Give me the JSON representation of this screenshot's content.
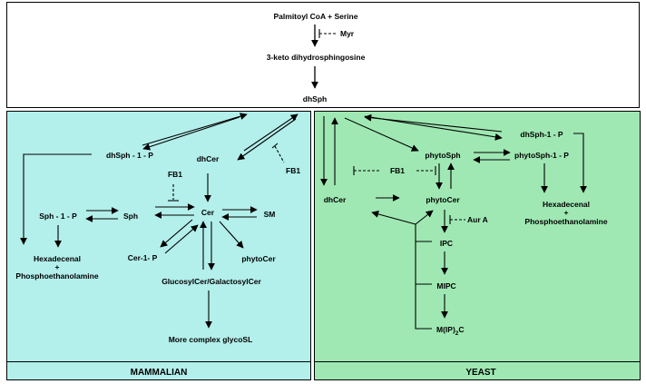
{
  "top": {
    "palmitoyl": "Palmitoyl CoA + Serine",
    "myr": "Myr",
    "keto": "3-keto dihydrosphingosine",
    "dhsph": "dhSph"
  },
  "mammalian": {
    "panel_label": "MAMMALIAN",
    "color": "#b3efeb",
    "dhsph1p": "dhSph - 1 - P",
    "dhcer": "dhCer",
    "fb1_right": "FB1",
    "fb1_left": "FB1",
    "sph1p": "Sph - 1 - P",
    "sph": "Sph",
    "cer": "Cer",
    "sm": "SM",
    "cer1p": "Cer-1- P",
    "phytocer": "phytoCer",
    "glucosyl": "GlucosylCer/GalactosylCer",
    "complex": "More complex glycoSL",
    "hexadecenal": "Hexadecenal",
    "plus": "+",
    "phosphoeth": "Phosphoethanolamine"
  },
  "yeast": {
    "panel_label": "YEAST",
    "color": "#9fe8b3",
    "dhsph1p": "dhSph-1 - P",
    "phytosph": "phytoSph",
    "phytosph1p": "phytoSph-1 - P",
    "fb1": "FB1",
    "dhcer": "dhCer",
    "phytocer": "phytoCer",
    "aura": "Aur A",
    "ipc": "IPC",
    "mipc": "MIPC",
    "mip2c_main": "M(IP)",
    "mip2c_sub": "2",
    "mip2c_end": "C",
    "hexadecenal": "Hexadecenal",
    "plus": "+",
    "phosphoeth": "Phosphoethanolamine"
  }
}
